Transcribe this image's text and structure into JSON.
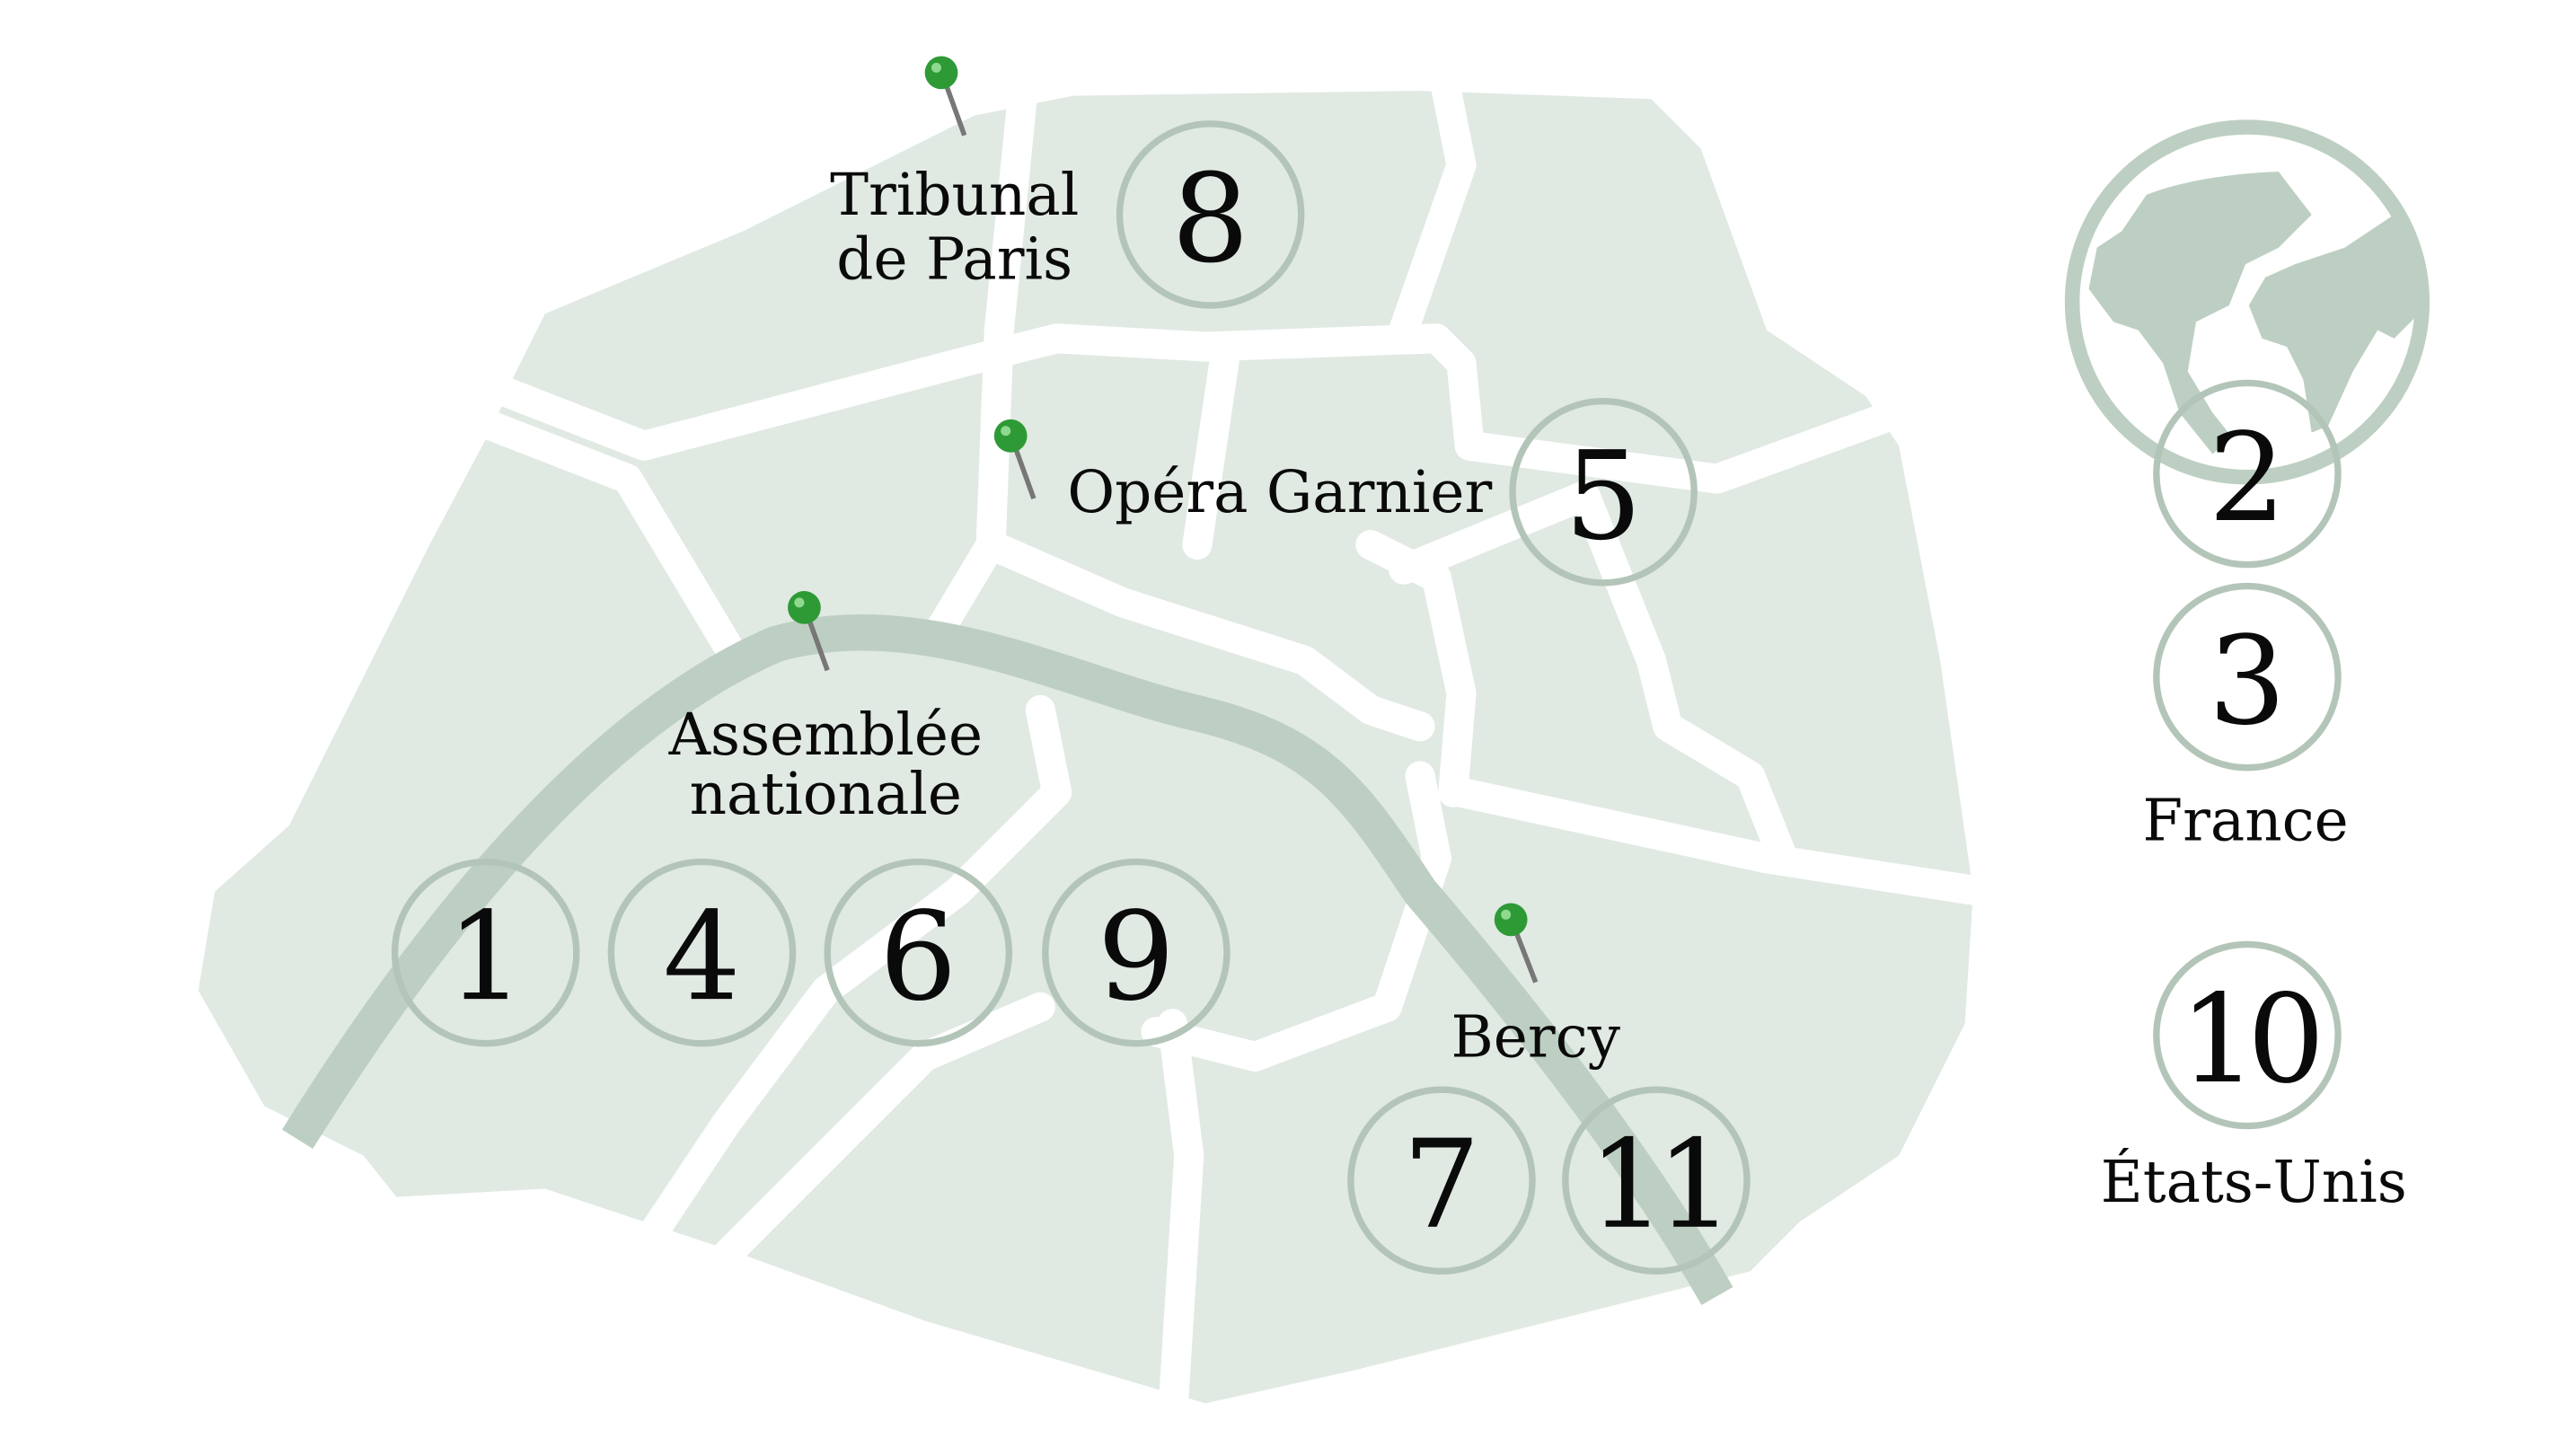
{
  "colors": {
    "map_fill": "#e1e9e3",
    "river": "#bdcfc2",
    "ring": "#b3c5b8",
    "globe": "#bdcfc2",
    "pin": "#2e9a36"
  },
  "markers": [
    {
      "number": "8"
    },
    {
      "number": "5"
    },
    {
      "number": "2"
    },
    {
      "number": "3"
    },
    {
      "number": "10"
    },
    {
      "number": "1"
    },
    {
      "number": "4"
    },
    {
      "number": "6"
    },
    {
      "number": "9"
    },
    {
      "number": "7"
    },
    {
      "number": "11"
    }
  ],
  "places": {
    "tribunal": {
      "line1": "Tribunal",
      "line2": "de Paris"
    },
    "opera": {
      "label": "Opéra Garnier"
    },
    "assemblee": {
      "line1": "Assemblée",
      "line2": "nationale"
    },
    "bercy": {
      "label": "Bercy"
    }
  },
  "legend": {
    "france": "France",
    "usa": "États-Unis"
  }
}
